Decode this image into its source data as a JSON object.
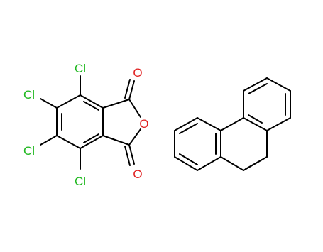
{
  "structures": [
    {
      "atom_labels": {
        "cl1": "Cl",
        "cl2": "Cl",
        "cl3": "Cl",
        "cl4": "Cl",
        "o_carbonyl_top": "O",
        "o_ring": "O",
        "o_carbonyl_bottom": "O"
      },
      "colors": {
        "chlorine": "#1fb81f",
        "oxygen": "#e02020",
        "bond": "#000000"
      }
    },
    {
      "atom_labels": {}
    }
  ]
}
